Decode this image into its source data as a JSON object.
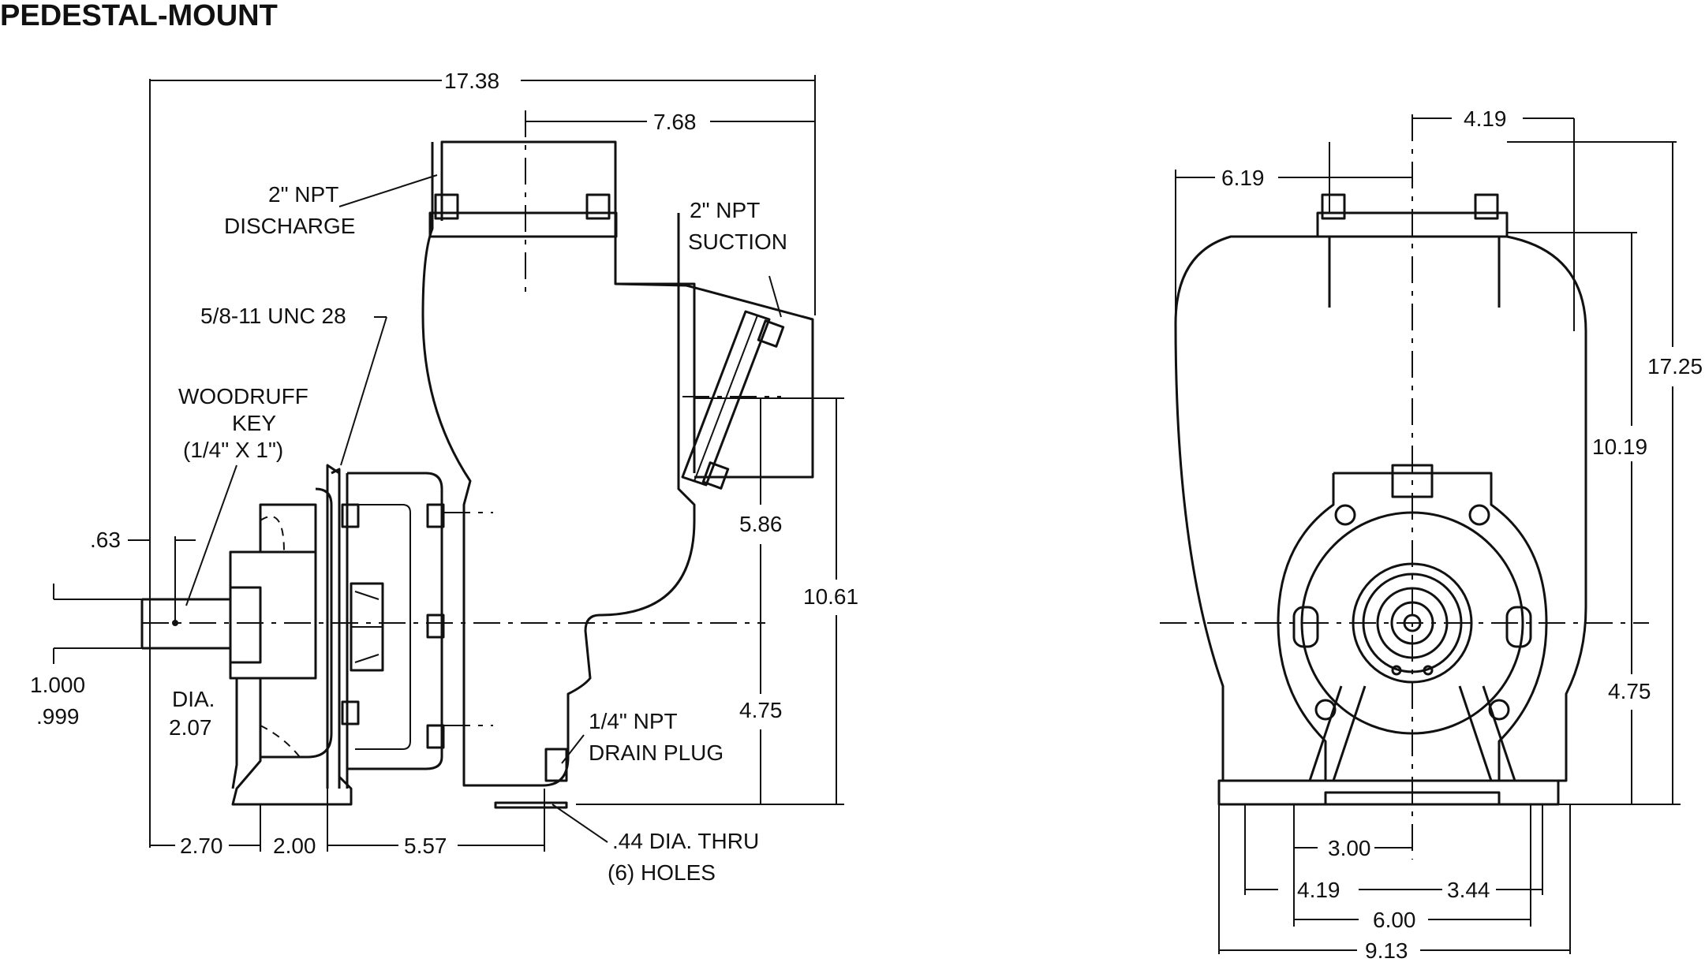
{
  "title": "PEDESTAL-MOUNT",
  "side_view": {
    "dimensions": {
      "overall_length": "17.38",
      "suction_offset": "7.68",
      "shaft_key_offset": ".63",
      "shaft_dia_top": "1.000",
      "shaft_dia_bottom": ".999",
      "dia_label": "DIA.",
      "dia_value": "2.07",
      "base_a": "2.70",
      "base_b": "2.00",
      "base_c": "5.57",
      "suction_height": "5.86",
      "overall_height": "10.61",
      "centerline_height": "4.75"
    },
    "callouts": {
      "discharge_line1": "2\" NPT",
      "discharge_line2": "DISCHARGE",
      "suction_line1": "2\" NPT",
      "suction_line2": "SUCTION",
      "bolt": "5/8-11 UNC 28",
      "key_line1": "WOODRUFF",
      "key_line2": "KEY",
      "key_line3": "(1/4\" X 1\")",
      "drain_line1": "1/4\" NPT",
      "drain_line2": "DRAIN PLUG",
      "holes_line1": ".44 DIA. THRU",
      "holes_line2": "(6) HOLES"
    }
  },
  "front_view": {
    "dimensions": {
      "discharge_width": "4.19",
      "half_width": "6.19",
      "overall_height": "17.25",
      "discharge_height": "10.19",
      "centerline_height": "4.75",
      "base_inner": "3.00",
      "base_left": "4.19",
      "base_right": "3.44",
      "base_bolt": "6.00",
      "base_overall": "9.13"
    }
  }
}
